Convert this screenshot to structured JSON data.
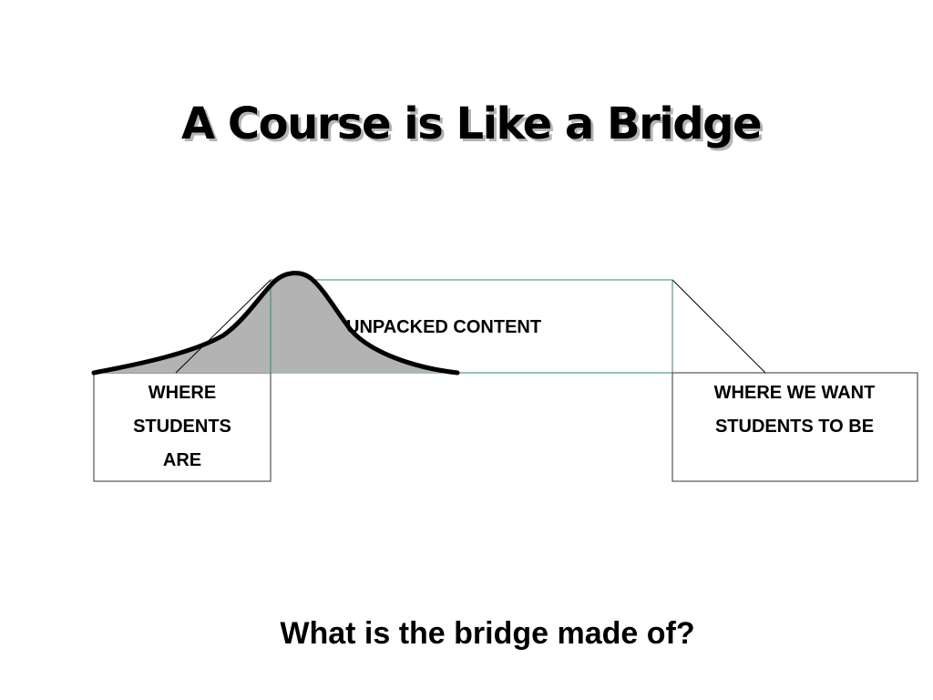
{
  "slide": {
    "title": "A Course is Like a Bridge",
    "question": "What is the bridge made of?"
  },
  "diagram": {
    "left_box": {
      "lines": [
        "WHERE",
        "STUDENTS",
        "ARE"
      ]
    },
    "right_box": {
      "lines": [
        "WHERE WE WANT",
        "STUDENTS TO BE"
      ]
    },
    "bridge_label": "UNPACKED CONTENT",
    "colors": {
      "bridge_edge": "#2e8b6e",
      "curve_fill": "#b3b3b3",
      "curve_stroke": "#000000",
      "box_border": "#333333"
    }
  }
}
